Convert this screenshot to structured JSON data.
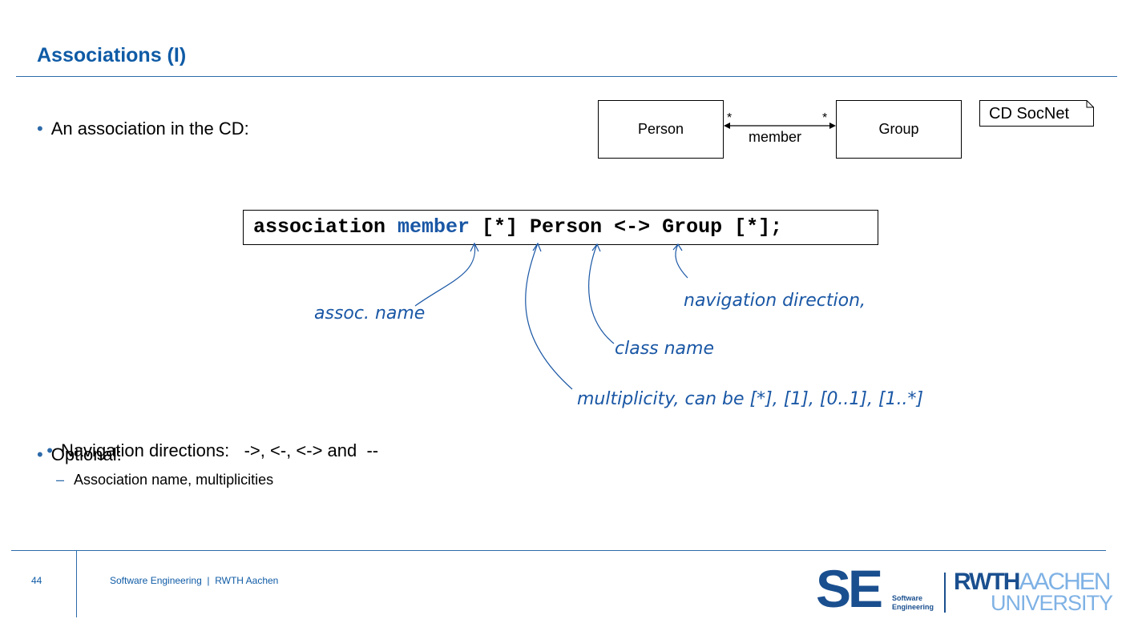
{
  "slide": {
    "title": "Associations (I)",
    "bullets": [
      "An association in the CD:",
      "Navigation directions:   ->, <-, <-> and  --",
      "Optional:"
    ],
    "sub_bullets": [
      "Association name, multiplicities"
    ]
  },
  "diagram": {
    "class_a": "Person",
    "class_b": "Group",
    "association": "member",
    "mult_left": "*",
    "mult_right": "*",
    "note": "CD SocNet"
  },
  "code": {
    "part1": "association ",
    "keyword": "member",
    "part2": " [*] Person <-> Group [*];"
  },
  "annotations": {
    "assoc_name": "assoc. name",
    "navigation": "navigation direction,",
    "class_name": "class name",
    "multiplicity": "multiplicity, can be [*], [1], [0..1], [1..*]"
  },
  "footer": {
    "page": "44",
    "text": "Software Engineering  |  RWTH Aachen",
    "se_letters": "SE",
    "se_label_1": "Software",
    "se_label_2": "Engineering",
    "rwth_bold": "RWTH",
    "rwth_light": "AACHEN",
    "university": "UNIVERSITY"
  },
  "colors": {
    "accent": "#0f5ba6",
    "annotation": "#1a57a5",
    "logo_light": "#7fb2e5",
    "logo_dark": "#1a4f8f"
  }
}
